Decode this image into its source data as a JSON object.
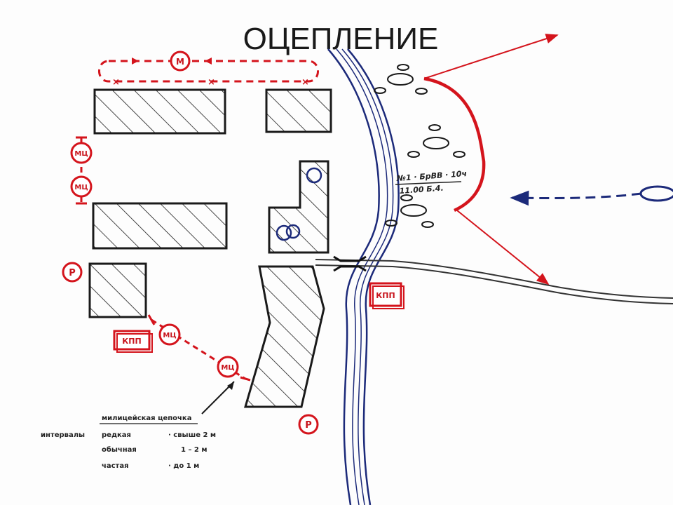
{
  "title": "ОЦЕПЛЕНИЕ",
  "markers": {
    "patrol_label": "М",
    "police_label": "МЦ",
    "post_label": "Р",
    "checkpoint_label": "КПП"
  },
  "annotation": {
    "line1": "№1 · БрВВ · 10ч",
    "line2": "11.00    Б.4."
  },
  "legend": {
    "heading": "милицейская цепочка",
    "intervals_label": "интервалы",
    "rows": [
      {
        "name": "редкая",
        "value": "· свыше 2 м"
      },
      {
        "name": "обычная",
        "value": "1 – 2 м"
      },
      {
        "name": "частая",
        "value": "· до 1 м"
      }
    ]
  },
  "colors": {
    "cordon": "#d4141c",
    "river": "#1c2a7a",
    "ink": "#1a1a1a"
  }
}
